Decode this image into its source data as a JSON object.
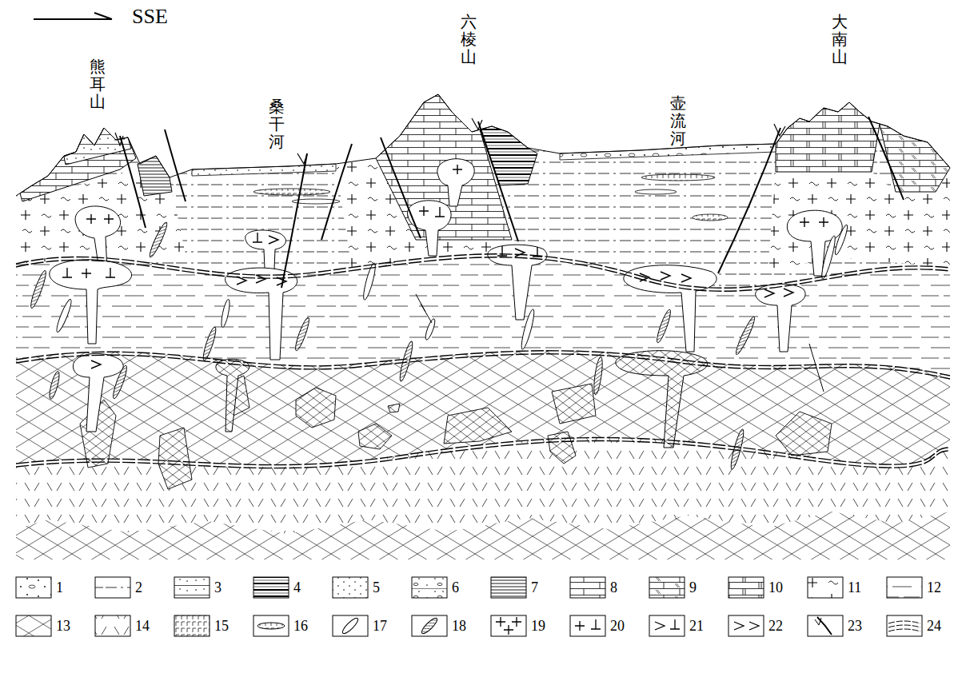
{
  "diagram": {
    "labels": [
      "SSE",
      "熊耳山",
      "桑干河",
      "六棱山",
      "壶流河",
      "大南山"
    ],
    "legend": [
      {
        "text": "1"
      },
      {
        "text": "2"
      },
      {
        "text": "3"
      },
      {
        "text": "4"
      },
      {
        "text": "5"
      },
      {
        "text": "6"
      },
      {
        "text": "7"
      },
      {
        "text": "8"
      },
      {
        "text": "9"
      },
      {
        "text": "10"
      },
      {
        "text": "11"
      },
      {
        "text": "12"
      },
      {
        "text": "13"
      },
      {
        "text": "14"
      },
      {
        "text": "15"
      },
      {
        "text": "16"
      },
      {
        "text": "17"
      },
      {
        "text": "18"
      },
      {
        "text": "19"
      },
      {
        "text": "20"
      },
      {
        "text": "21"
      },
      {
        "text": "22"
      },
      {
        "text": "23"
      },
      {
        "text": "24"
      }
    ]
  }
}
